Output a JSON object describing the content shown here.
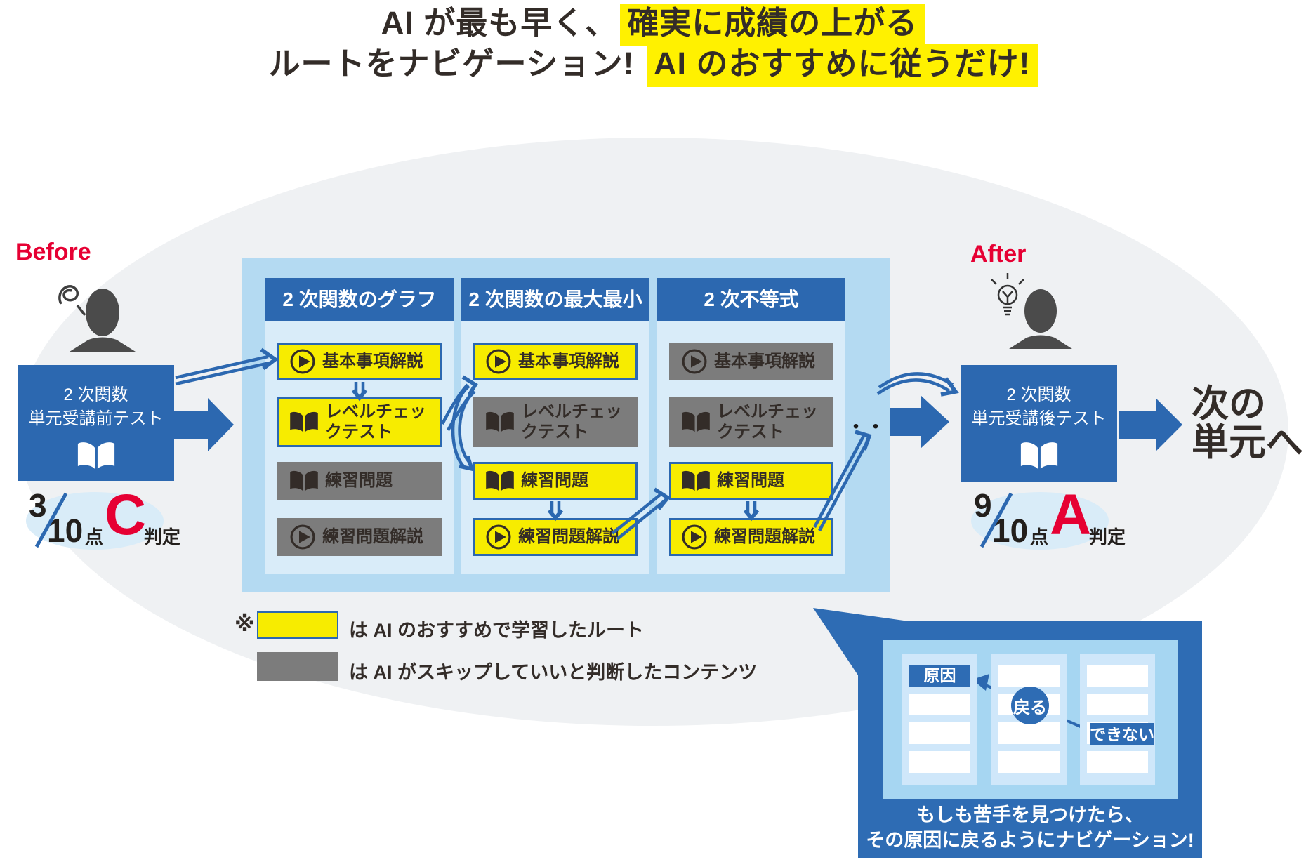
{
  "title": {
    "line1_pre": "AI が最も早く、",
    "line1_highlight": "確実に成績の上がる",
    "line2_pre": "ルートをナビゲーション! ",
    "line2_highlight": "AI のおすすめに従うだけ!"
  },
  "before": {
    "label": "Before",
    "test_box": {
      "line1": "2 次関数",
      "line2": "単元受講前テスト"
    },
    "score": {
      "numerator": "3",
      "denominator": "10",
      "unit": "点",
      "grade": "C",
      "grade_label": "判定"
    }
  },
  "after": {
    "label": "After",
    "test_box": {
      "line1": "2 次関数",
      "line2": "単元受講後テスト"
    },
    "score": {
      "numerator": "9",
      "denominator": "10",
      "unit": "点",
      "grade": "A",
      "grade_label": "判定"
    }
  },
  "next_unit": {
    "line1": "次の",
    "line2": "単元へ"
  },
  "columns": [
    {
      "header": "2 次関数のグラフ",
      "items": [
        {
          "label": "基本事項解説",
          "icon": "play-icon",
          "state": "recommended"
        },
        {
          "label": "レベルチェックテスト",
          "icon": "book-icon",
          "state": "recommended"
        },
        {
          "label": "練習問題",
          "icon": "book-icon",
          "state": "skipped"
        },
        {
          "label": "練習問題解説",
          "icon": "play-icon",
          "state": "skipped"
        }
      ]
    },
    {
      "header": "2 次関数の最大最小",
      "items": [
        {
          "label": "基本事項解説",
          "icon": "play-icon",
          "state": "recommended"
        },
        {
          "label": "レベルチェックテスト",
          "icon": "book-icon",
          "state": "skipped"
        },
        {
          "label": "練習問題",
          "icon": "book-icon",
          "state": "recommended"
        },
        {
          "label": "練習問題解説",
          "icon": "play-icon",
          "state": "recommended"
        }
      ]
    },
    {
      "header": "2 次不等式",
      "items": [
        {
          "label": "基本事項解説",
          "icon": "play-icon",
          "state": "skipped"
        },
        {
          "label": "レベルチェックテスト",
          "icon": "book-icon",
          "state": "skipped"
        },
        {
          "label": "練習問題",
          "icon": "book-icon",
          "state": "recommended"
        },
        {
          "label": "練習問題解説",
          "icon": "play-icon",
          "state": "recommended"
        }
      ]
    }
  ],
  "ellipsis": "・・・",
  "legend": {
    "note_mark": "※",
    "recommended_label": "は AI のおすすめで学習したルート",
    "skipped_label": "は AI がスキップしていいと判断したコンテンツ"
  },
  "callout": {
    "cause_label": "原因",
    "back_label": "戻る",
    "cannot_label": "できない",
    "caption_line1": "もしも苦手を見つけたら、",
    "caption_line2": "その原因に戻るようにナビゲーション!"
  },
  "colors": {
    "accent_blue": "#2c68b0",
    "container_blue": "#b4daf2",
    "panel_blue": "#d9ecf9",
    "item_yellow": "#f7ec00",
    "skip_gray": "#7c7c7c",
    "highlight_yellow": "#fff100",
    "accent_red": "#e60033",
    "ellipse_gray": "#eff1f3",
    "callout_blue": "#2e6cb4",
    "score_bubble_blue": "#d9ecf8",
    "text_dark": "#332c28"
  }
}
